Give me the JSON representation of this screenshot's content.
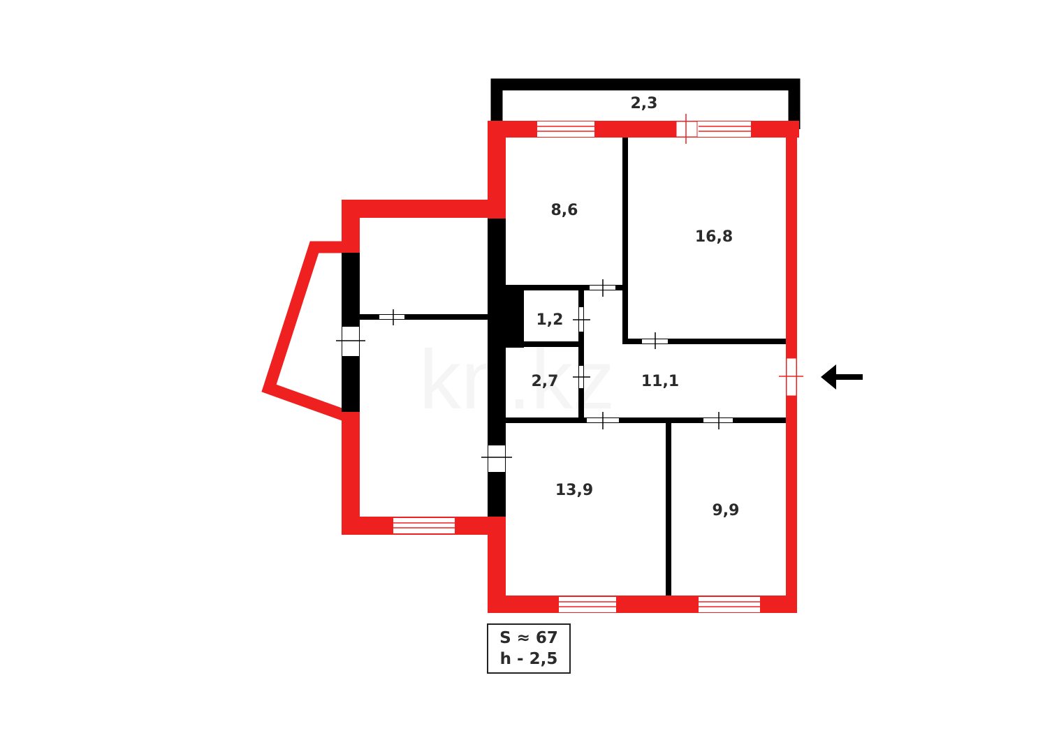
{
  "plan": {
    "colors": {
      "exterior_wall": "#ee2020",
      "interior_wall": "#000000",
      "text": "#2b2b2b",
      "background": "#ffffff"
    },
    "rooms": [
      {
        "id": "balcony",
        "area": "2,3"
      },
      {
        "id": "room-top-left",
        "area": "8,6"
      },
      {
        "id": "room-top-right",
        "area": "16,8"
      },
      {
        "id": "bathroom",
        "area": "1,2"
      },
      {
        "id": "toilet",
        "area": "2,7"
      },
      {
        "id": "hallway",
        "area": "11,1"
      },
      {
        "id": "room-bottom-left",
        "area": "13,9"
      },
      {
        "id": "room-bottom-right",
        "area": "9,9"
      }
    ],
    "entrance_arrow": "arrow-left-icon",
    "watermark": "kn.kz",
    "summary": {
      "area_line": "S ≈ 67",
      "height_line": "h - 2,5"
    }
  }
}
